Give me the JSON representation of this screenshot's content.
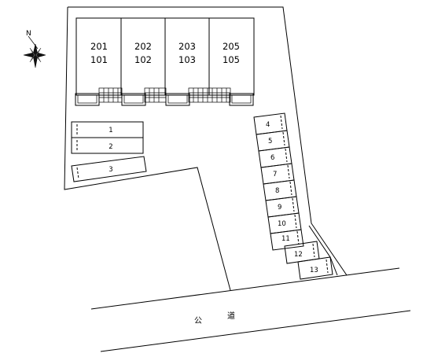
{
  "compass": {
    "north_label": "N"
  },
  "building": {
    "units": [
      {
        "upper": "201",
        "lower": "101"
      },
      {
        "upper": "202",
        "lower": "102"
      },
      {
        "upper": "203",
        "lower": "103"
      },
      {
        "upper": "205",
        "lower": "105"
      }
    ]
  },
  "parking": {
    "left_slots": [
      "1",
      "2",
      "3"
    ],
    "right_slots": [
      "4",
      "5",
      "6",
      "7",
      "8",
      "9",
      "10",
      "11",
      "12",
      "13"
    ]
  },
  "road": {
    "label_left": "公",
    "label_right": "道"
  }
}
